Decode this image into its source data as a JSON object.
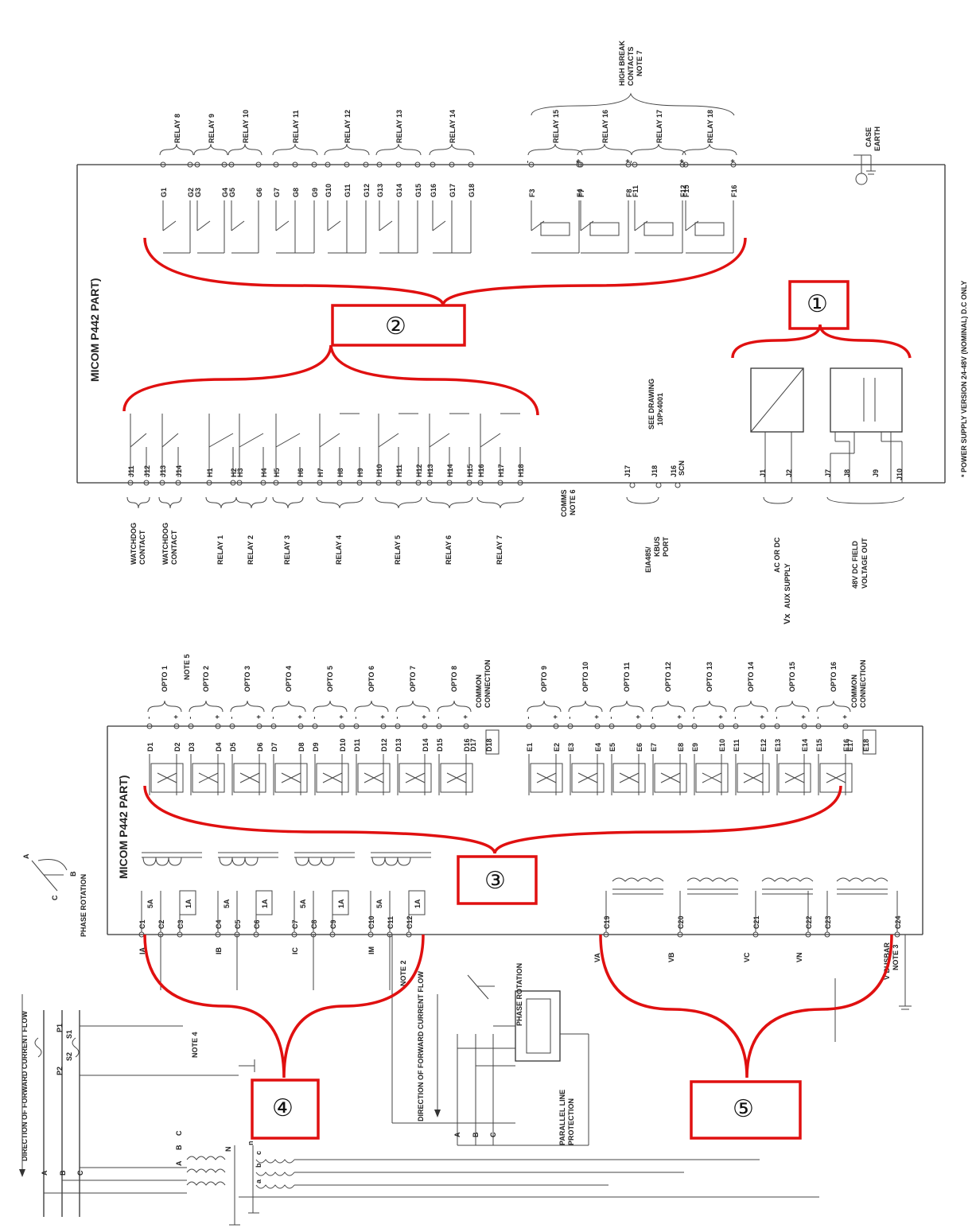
{
  "top": {
    "frame_title": "MICOM P442 PART)",
    "high_break": [
      "HIGH BREAK",
      "CONTACTS",
      "NOTE 7"
    ],
    "case_earth": [
      "CASE",
      "EARTH"
    ],
    "power_note": "*  POWER SUPPLY VERSION 24-48V (NOMINAL) D.C ONLY",
    "relays_top": [
      {
        "label": "RELAY 8",
        "terms": [
          "G1",
          "G2"
        ]
      },
      {
        "label": "RELAY 9",
        "terms": [
          "G3",
          "G4"
        ]
      },
      {
        "label": "RELAY 10",
        "terms": [
          "G5",
          "G6"
        ]
      },
      {
        "label": "RELAY 11",
        "terms": [
          "G7",
          "G8",
          "G9"
        ]
      },
      {
        "label": "RELAY 12",
        "terms": [
          "G10",
          "G11",
          "G12"
        ]
      },
      {
        "label": "RELAY 13",
        "terms": [
          "G13",
          "G14",
          "G15"
        ]
      },
      {
        "label": "RELAY 14",
        "terms": [
          "G16",
          "G17",
          "G18"
        ]
      },
      {
        "label": "RELAY 15",
        "terms": [
          "F3",
          "F4"
        ]
      },
      {
        "label": "RELAY 16",
        "terms": [
          "F7",
          "F8"
        ]
      },
      {
        "label": "RELAY 17",
        "terms": [
          "F11",
          "F12"
        ]
      },
      {
        "label": "RELAY 18",
        "terms": [
          "F15",
          "F16"
        ]
      }
    ],
    "bottom_groups": [
      {
        "label": [
          "WATCHDOG",
          "CONTACT"
        ],
        "terms": [
          "J11",
          "J12"
        ]
      },
      {
        "label": [
          "WATCHDOG",
          "CONTACT"
        ],
        "terms": [
          "J13",
          "J14"
        ]
      },
      {
        "label": [
          "RELAY 1"
        ],
        "terms": [
          "H1",
          "H2"
        ]
      },
      {
        "label": [
          "RELAY 2"
        ],
        "terms": [
          "H3",
          "H4"
        ]
      },
      {
        "label": [
          "RELAY 3"
        ],
        "terms": [
          "H5",
          "H6"
        ]
      },
      {
        "label": [
          "RELAY 4"
        ],
        "terms": [
          "H7",
          "H8",
          "H9"
        ]
      },
      {
        "label": [
          "RELAY 5"
        ],
        "terms": [
          "H10",
          "H11",
          "H12"
        ]
      },
      {
        "label": [
          "RELAY 6"
        ],
        "terms": [
          "H13",
          "H14",
          "H15"
        ]
      },
      {
        "label": [
          "RELAY 7"
        ],
        "terms": [
          "H16",
          "H17",
          "H18"
        ]
      }
    ],
    "comms": [
      "COMMS",
      "NOTE 6"
    ],
    "see_drawing": [
      "SEE DRAWING",
      "10Px4001"
    ],
    "eia_terms": [
      "J17",
      "J18",
      "J16"
    ],
    "scn": "SCN",
    "eia_label": [
      "EIA485/",
      "KBUS",
      "PORT"
    ],
    "aux_terms": [
      "J1",
      "J2"
    ],
    "aux_label": [
      "AC OR DC",
      "AUX SUPPLY"
    ],
    "vx": "Vx",
    "field_terms": [
      "J7",
      "J8",
      "J9",
      "J10"
    ],
    "field_label": [
      "48V DC FIELD",
      "VOLTAGE OUT"
    ]
  },
  "bottom": {
    "frame_title": "MICOM P442 PART)",
    "note5": "NOTE 5",
    "optos": [
      {
        "label": "OPTO 1",
        "terms": [
          "D1",
          "D2"
        ]
      },
      {
        "label": "OPTO 2",
        "terms": [
          "D3",
          "D4"
        ]
      },
      {
        "label": "OPTO 3",
        "terms": [
          "D5",
          "D6"
        ]
      },
      {
        "label": "OPTO 4",
        "terms": [
          "D7",
          "D8"
        ]
      },
      {
        "label": "OPTO 5",
        "terms": [
          "D9",
          "D10"
        ]
      },
      {
        "label": "OPTO 6",
        "terms": [
          "D11",
          "D12"
        ]
      },
      {
        "label": "OPTO 7",
        "terms": [
          "D13",
          "D14"
        ]
      },
      {
        "label": "OPTO 8",
        "terms": [
          "D15",
          "D16"
        ]
      },
      {
        "label": "OPTO 9",
        "terms": [
          "E1",
          "E2"
        ]
      },
      {
        "label": "OPTO 10",
        "terms": [
          "E3",
          "E4"
        ]
      },
      {
        "label": "OPTO 11",
        "terms": [
          "E5",
          "E6"
        ]
      },
      {
        "label": "OPTO 12",
        "terms": [
          "E7",
          "E8"
        ]
      },
      {
        "label": "OPTO 13",
        "terms": [
          "E9",
          "E10"
        ]
      },
      {
        "label": "OPTO 14",
        "terms": [
          "E11",
          "E12"
        ]
      },
      {
        "label": "OPTO 15",
        "terms": [
          "E13",
          "E14"
        ]
      },
      {
        "label": "OPTO 16",
        "terms": [
          "E15",
          "E16"
        ]
      }
    ],
    "common1": {
      "label": [
        "COMMON",
        "CONNECTION"
      ],
      "terms": [
        "D17",
        "D18"
      ]
    },
    "common2": {
      "label": [
        "COMMON",
        "CONNECTION"
      ],
      "terms": [
        "E17",
        "E18"
      ]
    },
    "ct_terms": [
      "C1",
      "C2",
      "C3",
      "C4",
      "C5",
      "C6",
      "C7",
      "C8",
      "C9",
      "C10",
      "C11",
      "C12"
    ],
    "ct_labels": [
      "IA",
      "IB",
      "IC",
      "IM"
    ],
    "ct_ratings": [
      "5A",
      "1A"
    ],
    "vt_terms": [
      "C19",
      "C20",
      "C21",
      "C22",
      "C23",
      "C24"
    ],
    "vt_labels": [
      "VA",
      "VB",
      "VC",
      "VN"
    ],
    "vbusbar": [
      "V BUSBAR",
      "NOTE 3"
    ],
    "phase_rotation": "PHASE ROTATION",
    "phase_letters": [
      "A",
      "B",
      "C"
    ],
    "direction": "DIRECTION OF FORWARD CURRENT FLOW",
    "note4": "NOTE 4",
    "note2": "NOTE 2",
    "parallel": [
      "PARALLEL LINE",
      "PROTECTION"
    ],
    "ct_marks": [
      "P1",
      "P2",
      "S1",
      "S2"
    ],
    "vt_marks_primary": [
      "A",
      "B",
      "C",
      "N"
    ],
    "vt_marks_secondary": [
      "a",
      "b",
      "c",
      "n"
    ]
  },
  "callouts": [
    "①",
    "②",
    "③",
    "④",
    "⑤"
  ],
  "colors": {
    "callout": "#e01010",
    "line": "#333333"
  }
}
